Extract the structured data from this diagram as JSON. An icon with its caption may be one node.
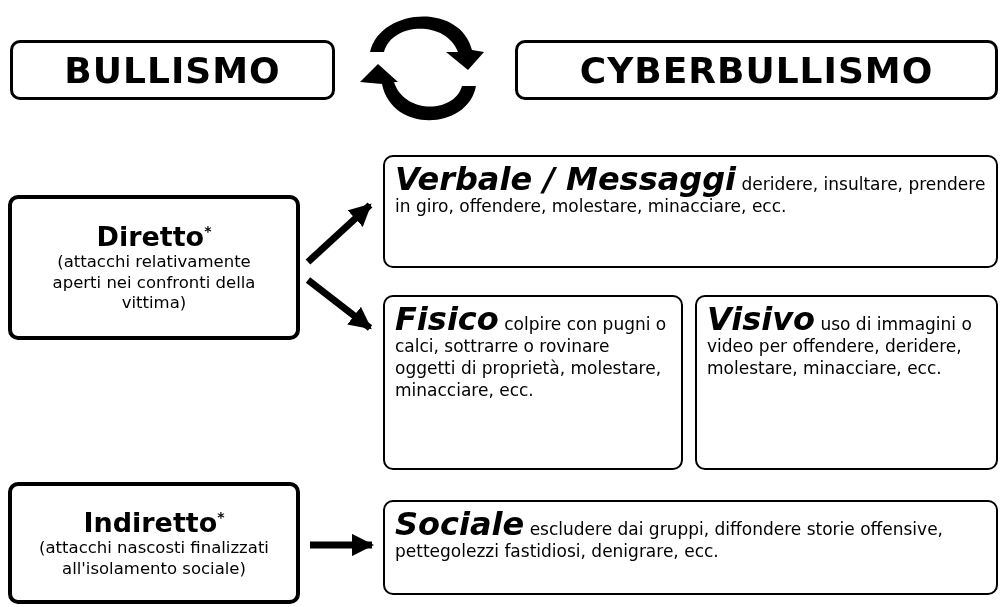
{
  "diagram": {
    "nodes": [
      {
        "text": [
          "BULLISMO"
        ]
      },
      {
        "text": [
          "CYBERBULLISMO"
        ]
      },
      {
        "text": [
          "Diretto$^{*}$",
          "(attacchi relativamente aperti nei confronti della vittima)"
        ]
      },
      {
        "text": [
          "Verbale / Messaggi",
          "deridere, insultare, prendere in giro, offendere, molestare, minacciare, ecc."
        ]
      },
      {
        "text": [
          "Fisico",
          "colpire con pugni o calci, sottrarre o rovinare oggetti di proprietà, molestare, minacciare, ecc."
        ]
      },
      {
        "text": [
          "Visivo",
          "uso di immagini o video per offendere, deridere, molestare, minacciare, ecc."
        ]
      },
      {
        "text": [
          "Indiretto$^{*}$",
          "(attacchi nascosti finalizzati all'isolamento sociale)"
        ]
      },
      {
        "text": [
          "Sociale",
          "escludere dai gruppi, diffondere storie offensive, pettegolezzi fastidiosi, denigrare, ecc."
        ]
      }
    ],
    "edges": [
      {
        "from": 2,
        "to": 3,
        "arrow": "to"
      },
      {
        "from": 2,
        "to": 4,
        "arrow": "to"
      },
      {
        "from": 6,
        "to": 7,
        "arrow": "to"
      }
    ]
  }
}
